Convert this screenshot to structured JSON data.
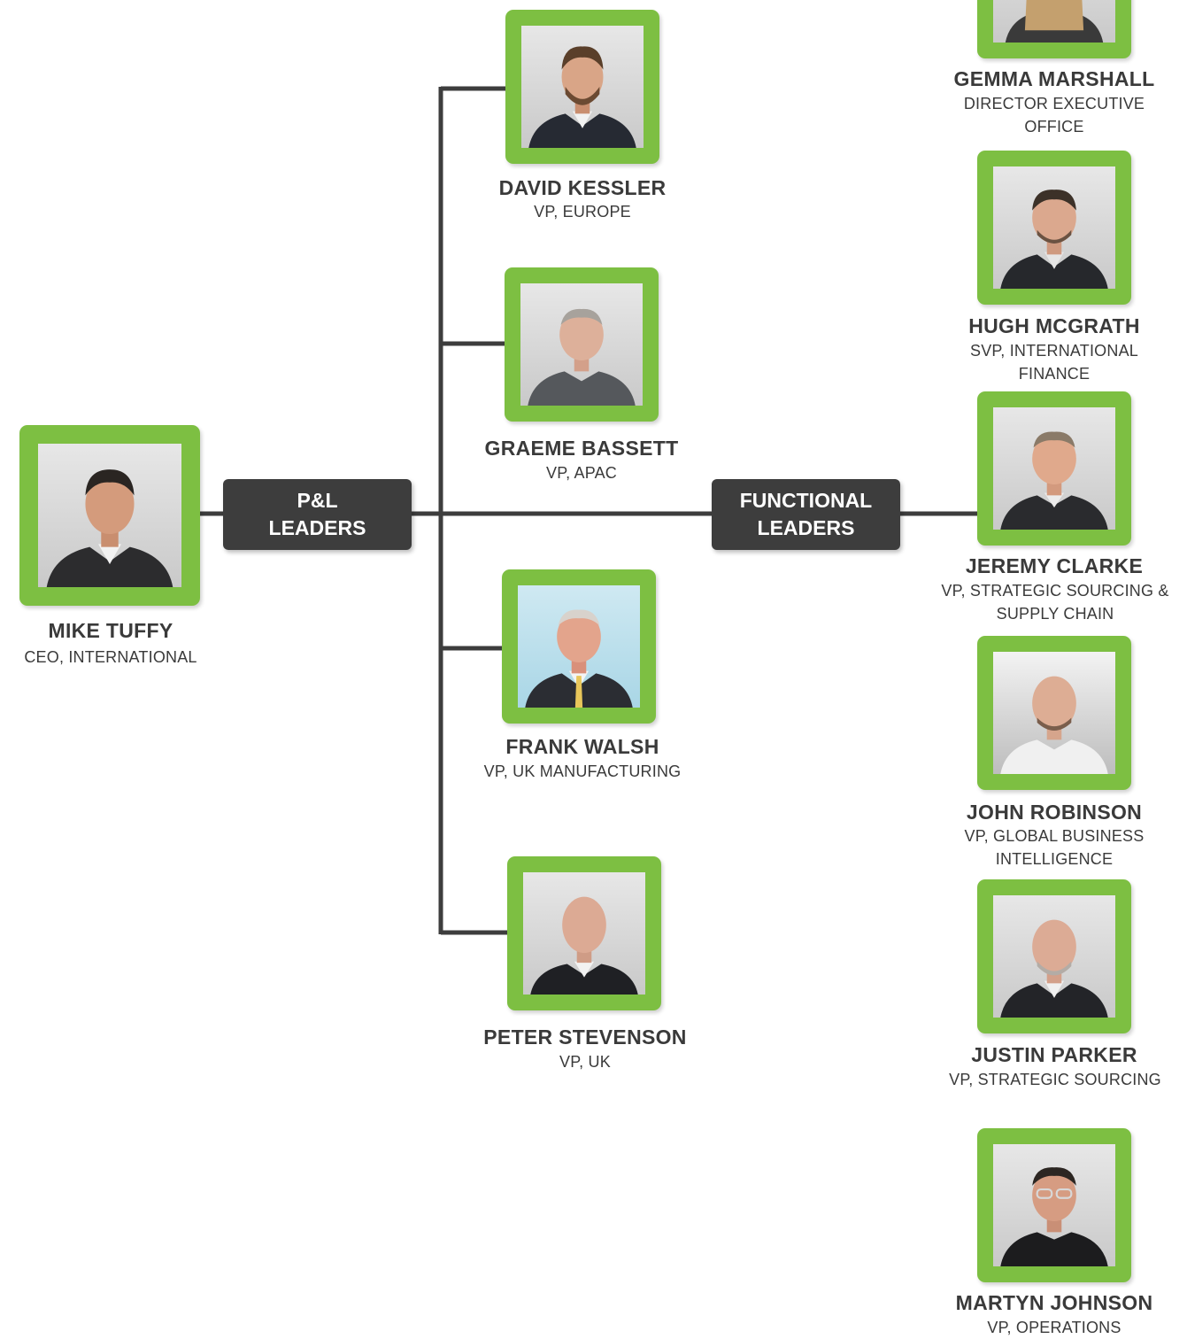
{
  "colors": {
    "frame_green": "#7dbf42",
    "label_background": "#3d3d3d",
    "connector_line": "#3d3d3d",
    "text": "#3a3a3a"
  },
  "groups": {
    "pl": {
      "line1": "P&L",
      "line2": "LEADERS"
    },
    "functional": {
      "line1": "FUNCTIONAL",
      "line2": "LEADERS"
    }
  },
  "people": {
    "ceo": {
      "name": "MIKE TUFFY",
      "role": "CEO, INTERNATIONAL"
    },
    "david": {
      "name": "DAVID KESSLER",
      "role": "VP, EUROPE"
    },
    "graeme": {
      "name": "GRAEME BASSETT",
      "role": "VP, APAC"
    },
    "frank": {
      "name": "FRANK WALSH",
      "role": "VP, UK MANUFACTURING"
    },
    "peter": {
      "name": "PETER STEVENSON",
      "role": "VP, UK"
    },
    "gemma": {
      "name": "GEMMA MARSHALL",
      "role": "DIRECTOR EXECUTIVE OFFICE"
    },
    "hugh": {
      "name": "HUGH MCGRATH",
      "role": "SVP, INTERNATIONAL FINANCE"
    },
    "jeremy": {
      "name": "JEREMY CLARKE",
      "role": "VP, STRATEGIC SOURCING & SUPPLY CHAIN"
    },
    "john": {
      "name": "JOHN ROBINSON",
      "role": "VP, GLOBAL BUSINESS INTELLIGENCE"
    },
    "justin": {
      "name": "JUSTIN PARKER",
      "role": "VP, STRATEGIC SOURCING"
    },
    "martyn": {
      "name": "MARTYN JOHNSON",
      "role": "VP, OPERATIONS"
    }
  }
}
